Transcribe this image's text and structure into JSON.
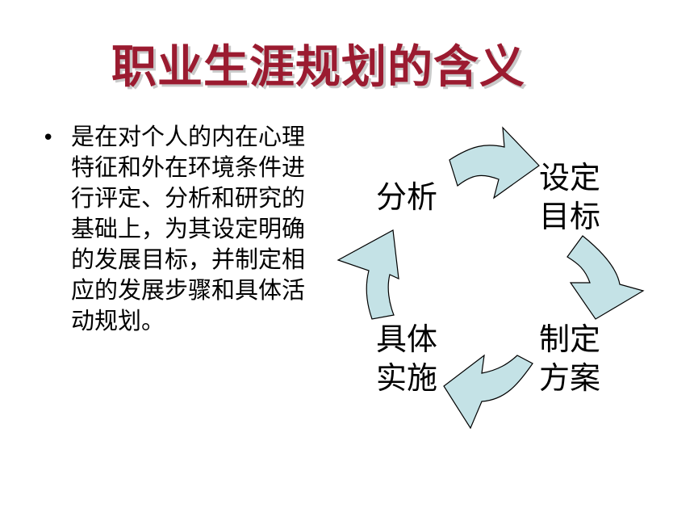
{
  "title": "职业生涯规划的含义",
  "bullet": {
    "text": "是在对个人的内在心理特征和外在环境条件进行评定、分析和研究的基础上，为其设定明确的发展目标，并制定相应的发展步骤和具体活动规划。"
  },
  "cycle": {
    "analysis": "分析",
    "set_goal_line1": "设定",
    "set_goal_line2": "目标",
    "plan_line1": "制定",
    "plan_line2": "方案",
    "implement_line1": "具体",
    "implement_line2": "实施"
  },
  "colors": {
    "title": "#9b1b30",
    "arrow_fill": "#c4e2e6",
    "arrow_stroke": "#000000"
  }
}
